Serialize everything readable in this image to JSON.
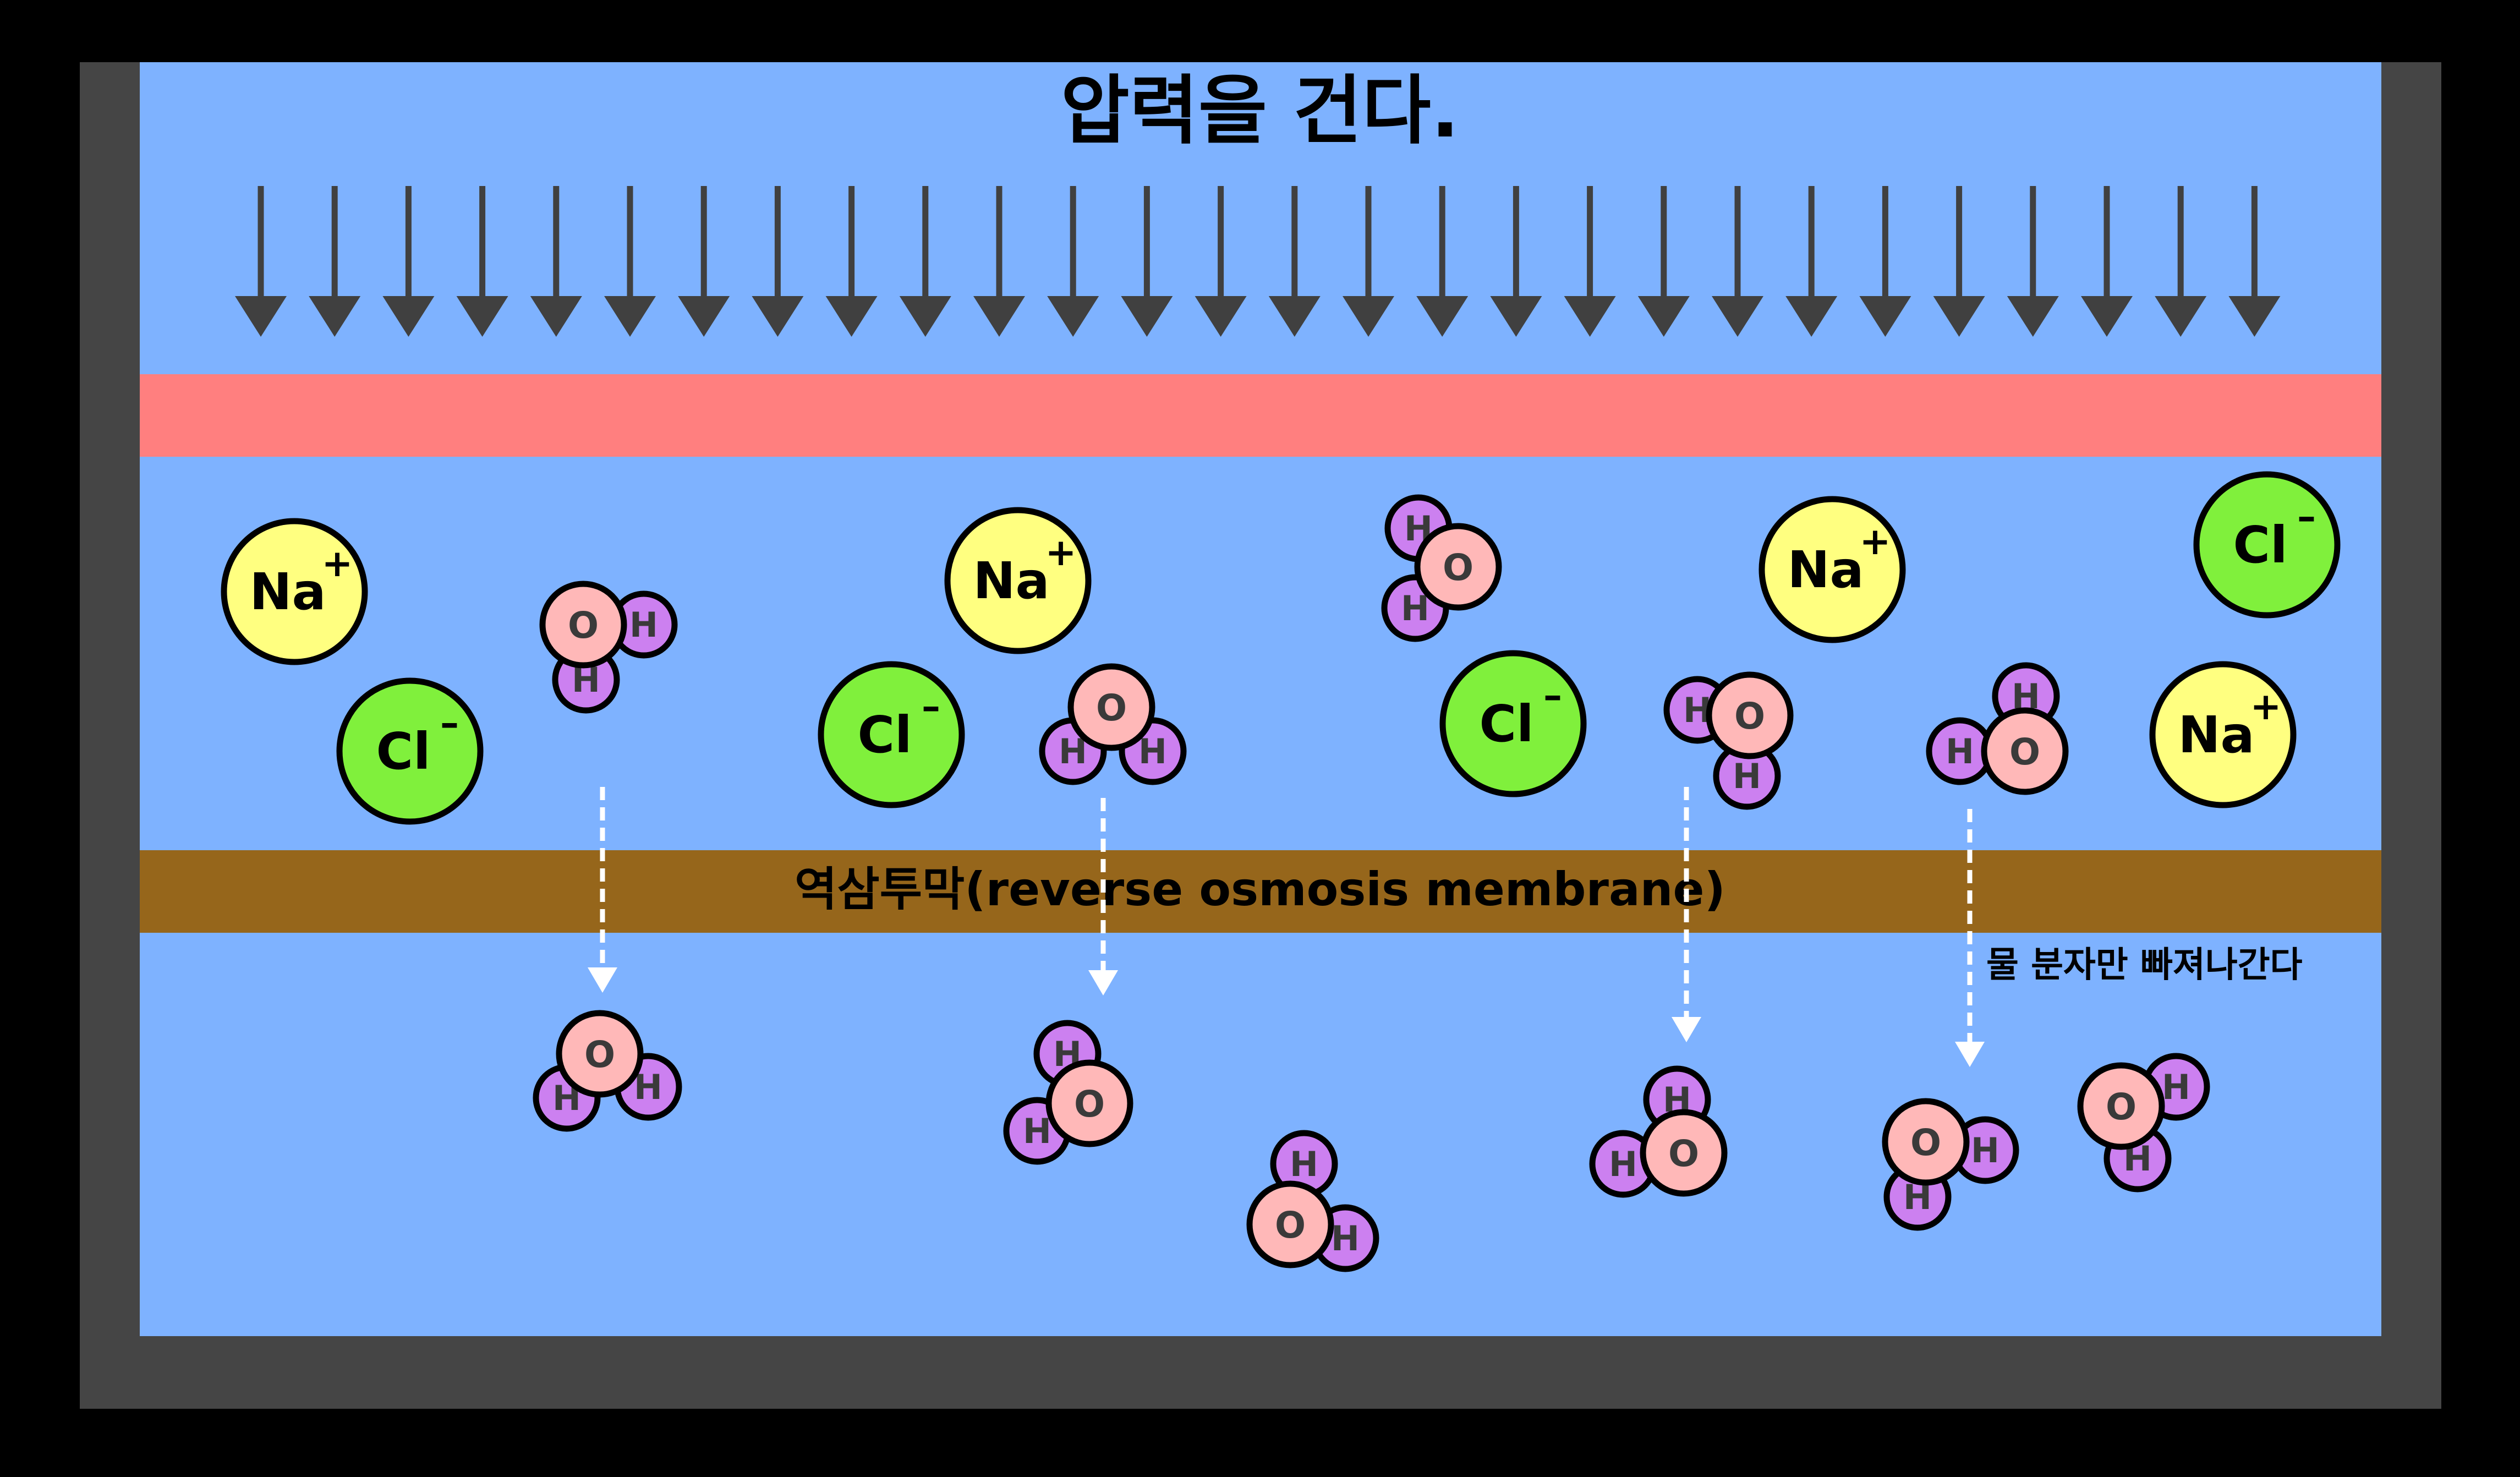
{
  "title": "압력을 건다.",
  "membrane_label": "역삼투막(reverse osmosis membrane)",
  "water_note": "물 분자만 빠져나간다",
  "colors": {
    "background": "#000000",
    "vessel": "#454545",
    "water": "#7EB2FF",
    "piston": "#FF7F7F",
    "membrane": "#96661B",
    "arrow": "#404040",
    "sodium": "#FFFF80",
    "chloride": "#80F03C",
    "oxygen": "#FFB8B8",
    "hydrogen": "#CC80F0"
  },
  "ions": [
    {
      "symbol": "Na",
      "charge": "+",
      "kind": "sodium"
    },
    {
      "symbol": "Cl",
      "charge": "-",
      "kind": "chloride"
    },
    {
      "symbol": "Na",
      "charge": "+",
      "kind": "sodium"
    },
    {
      "symbol": "Cl",
      "charge": "-",
      "kind": "chloride"
    },
    {
      "symbol": "Cl",
      "charge": "-",
      "kind": "chloride"
    },
    {
      "symbol": "Na",
      "charge": "+",
      "kind": "sodium"
    },
    {
      "symbol": "Cl",
      "charge": "-",
      "kind": "chloride"
    },
    {
      "symbol": "Na",
      "charge": "+",
      "kind": "sodium"
    }
  ],
  "water_molecule": {
    "oxygen": "O",
    "hydrogen": "H"
  }
}
